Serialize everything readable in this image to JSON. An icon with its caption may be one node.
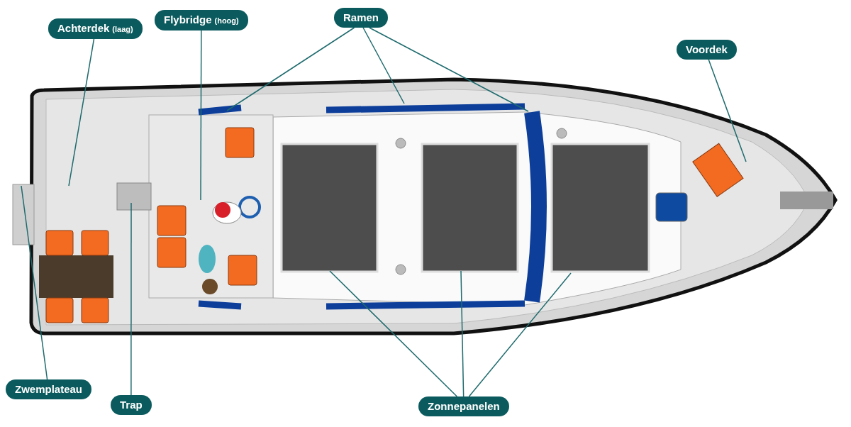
{
  "diagram": {
    "nodes": [
      {
        "text": [
          "Achterdek",
          "(laag)"
        ]
      },
      {
        "text": [
          "Flybridge",
          "(hoog)"
        ]
      },
      {
        "text": [
          "Ramen"
        ]
      },
      {
        "text": [
          "Voordek"
        ]
      },
      {
        "text": [
          "Zwemplateau"
        ]
      },
      {
        "text": [
          "Trap"
        ]
      },
      {
        "text": [
          "Zonnepanelen"
        ]
      }
    ],
    "edges": [
      {
        "from": 0,
        "to": null,
        "arrow": "none"
      },
      {
        "from": 1,
        "to": null,
        "arrow": "none"
      },
      {
        "from": 2,
        "to": null,
        "arrow": "none"
      },
      {
        "from": 2,
        "to": null,
        "arrow": "none"
      },
      {
        "from": 2,
        "to": null,
        "arrow": "none"
      },
      {
        "from": 3,
        "to": null,
        "arrow": "none"
      },
      {
        "from": 4,
        "to": null,
        "arrow": "none"
      },
      {
        "from": 5,
        "to": null,
        "arrow": "none"
      },
      {
        "from": 6,
        "to": null,
        "arrow": "none"
      },
      {
        "from": 6,
        "to": null,
        "arrow": "none"
      },
      {
        "from": 6,
        "to": null,
        "arrow": "none"
      }
    ]
  }
}
